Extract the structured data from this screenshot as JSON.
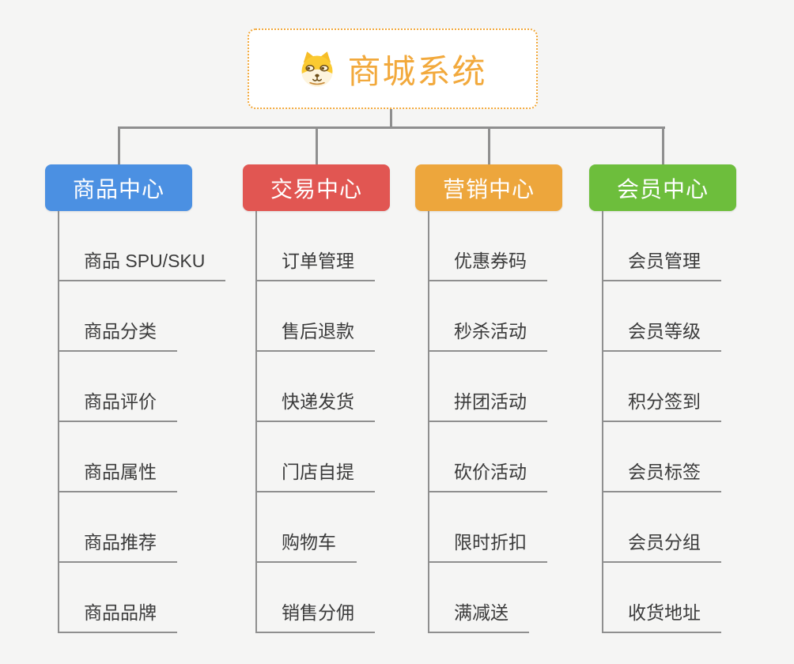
{
  "root": {
    "title": "商城系统",
    "color": "#f2a93c",
    "icon": "dog-face-icon"
  },
  "colors": {
    "background": "#f5f5f4",
    "line": "#8f8f8f",
    "leaf_text": "#3b3b3b"
  },
  "branches": [
    {
      "id": "product-center",
      "label": "商品中心",
      "color": "#4b90e2",
      "children": [
        "商品 SPU/SKU",
        "商品分类",
        "商品评价",
        "商品属性",
        "商品推荐",
        "商品品牌"
      ]
    },
    {
      "id": "trade-center",
      "label": "交易中心",
      "color": "#e15652",
      "children": [
        "订单管理",
        "售后退款",
        "快递发货",
        "门店自提",
        "购物车",
        "销售分佣"
      ]
    },
    {
      "id": "marketing-center",
      "label": "营销中心",
      "color": "#eda63c",
      "children": [
        "优惠券码",
        "秒杀活动",
        "拼团活动",
        "砍价活动",
        "限时折扣",
        "满减送"
      ]
    },
    {
      "id": "member-center",
      "label": "会员中心",
      "color": "#6dbe3c",
      "children": [
        "会员管理",
        "会员等级",
        "积分签到",
        "会员标签",
        "会员分组",
        "收货地址"
      ]
    }
  ]
}
